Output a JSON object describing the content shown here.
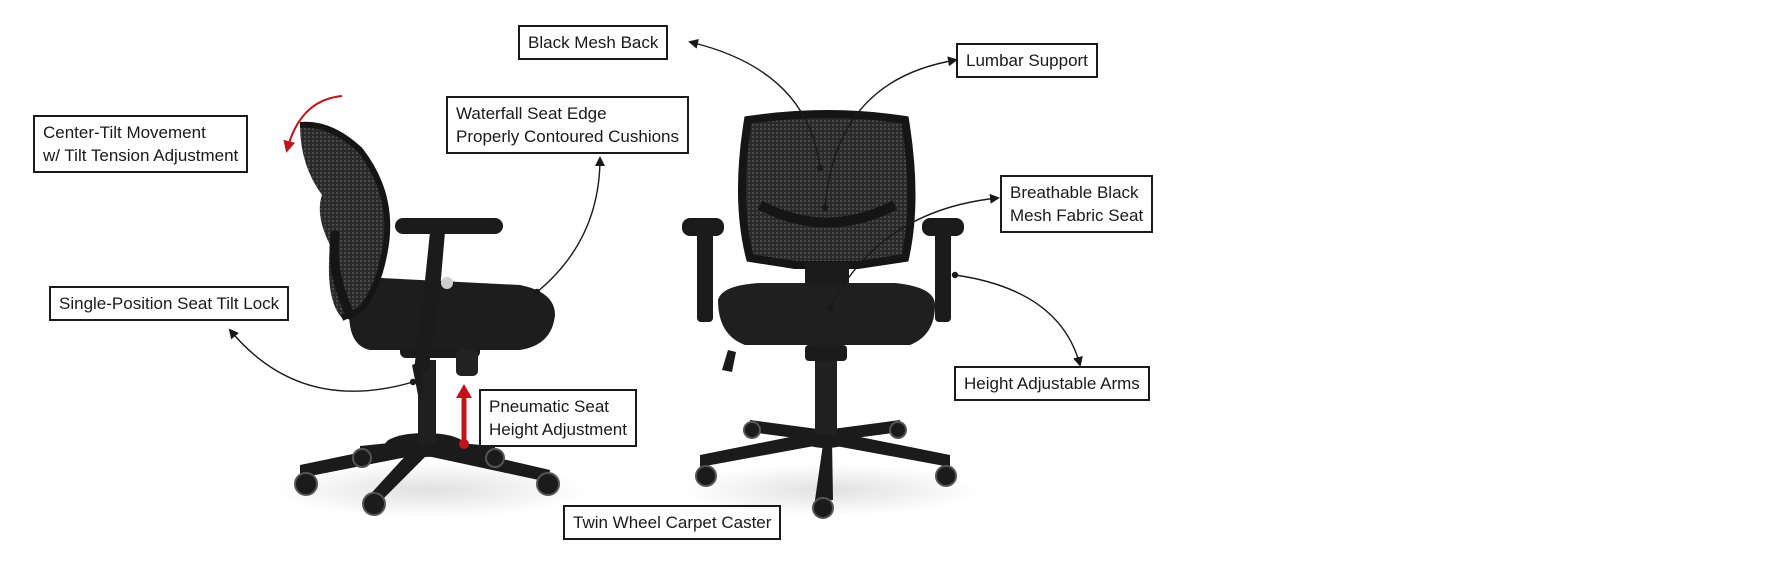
{
  "callouts": {
    "center_tilt": [
      "Center-Tilt Movement",
      "w/ Tilt Tension Adjustment"
    ],
    "waterfall": [
      "Waterfall Seat Edge",
      "Properly Contoured Cushions"
    ],
    "mesh_back": [
      "Black Mesh Back"
    ],
    "lumbar": [
      "Lumbar Support"
    ],
    "breathable": [
      "Breathable Black",
      "Mesh Fabric Seat"
    ],
    "single_tilt": [
      "Single-Position Seat Tilt Lock"
    ],
    "pneumatic": [
      "Pneumatic Seat",
      "Height Adjustment"
    ],
    "height_arms": [
      "Height Adjustable Arms"
    ],
    "caster": [
      "Twin Wheel Carpet Caster"
    ]
  },
  "colors": {
    "chair": "#1b1b1b",
    "mesh": "#3a3a3a",
    "accent_arrow": "#c0141a",
    "leader": "#1a1a1a"
  }
}
